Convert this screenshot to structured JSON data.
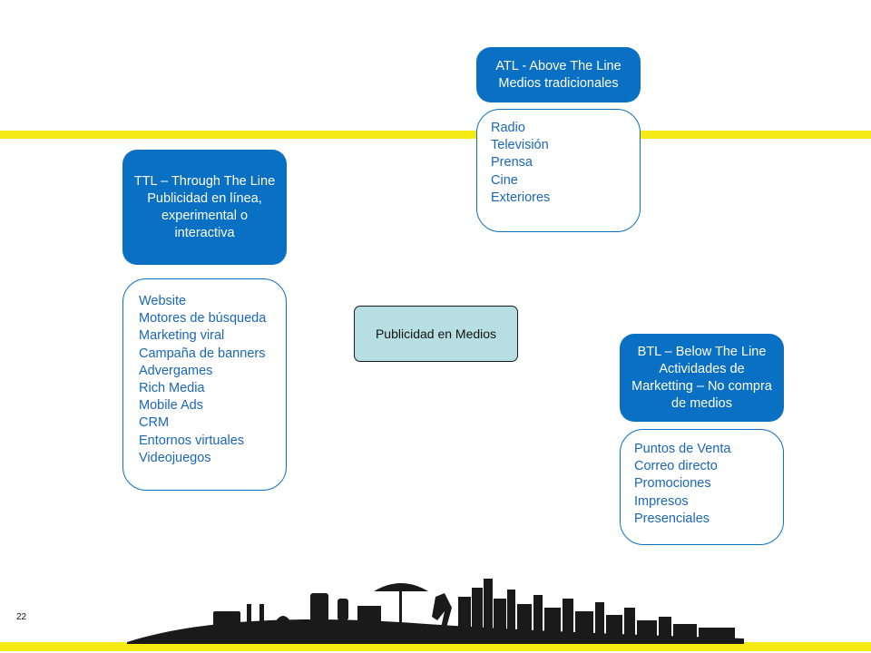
{
  "slide": {
    "page_number": "22"
  },
  "colors": {
    "accent_yellow": "#f5ea14",
    "box_blue": "#0a70c3",
    "center_fill": "#b7dfe3",
    "list_text": "#1a66b8"
  },
  "center": {
    "label": "Publicidad en Medios"
  },
  "atl": {
    "header_lines": [
      "ATL - Above The Line",
      "Medios tradicionales"
    ],
    "items": [
      "Radio",
      "Televisión",
      "Prensa",
      "Cine",
      "Exteriores"
    ]
  },
  "ttl": {
    "header_lines": [
      "TTL – Through The Line",
      "Publicidad en línea, experimental o interactiva"
    ],
    "items": [
      "Website",
      "Motores de búsqueda",
      "Marketing viral",
      "Campaña de banners",
      "Advergames",
      "Rich Media",
      "Mobile Ads",
      "CRM",
      "Entornos virtuales",
      "Videojuegos"
    ]
  },
  "btl": {
    "header_lines": [
      "BTL – Below The Line",
      "Actividades de Marketting – No compra de medios"
    ],
    "items": [
      "Puntos de Venta",
      "Correo directo",
      "Promociones",
      "Impresos",
      "Presenciales"
    ]
  }
}
